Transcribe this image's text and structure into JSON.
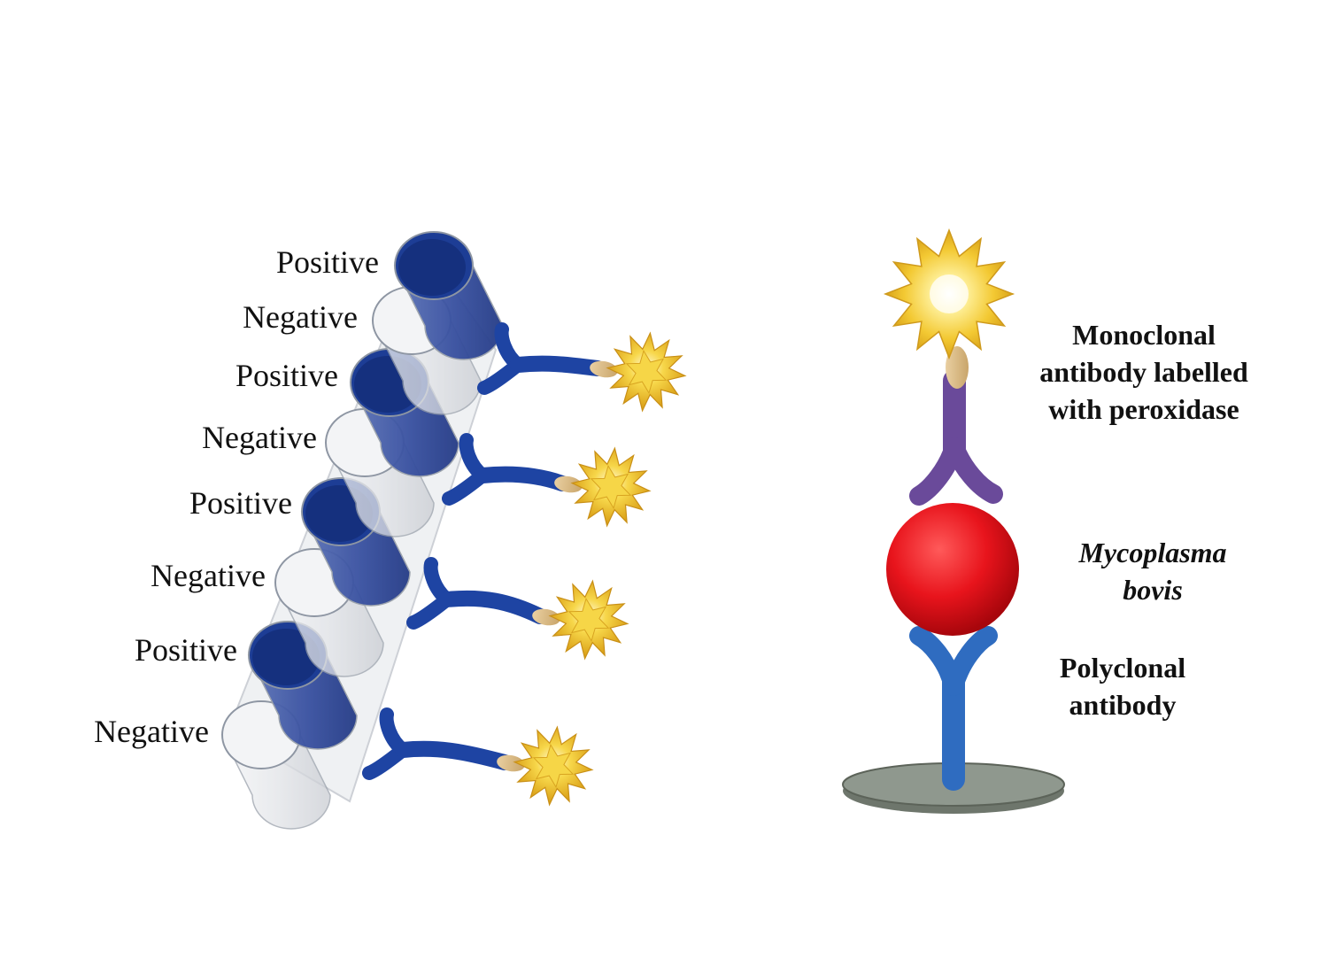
{
  "wells": [
    {
      "label": "Positive",
      "result": "positive"
    },
    {
      "label": "Negative",
      "result": "negative"
    },
    {
      "label": "Positive",
      "result": "positive"
    },
    {
      "label": "Negative",
      "result": "negative"
    },
    {
      "label": "Positive",
      "result": "positive"
    },
    {
      "label": "Negative",
      "result": "negative"
    },
    {
      "label": "Positive",
      "result": "positive"
    },
    {
      "label": "Negative",
      "result": "negative"
    }
  ],
  "assay": {
    "monoclonal_label": [
      "Monoclonal",
      "antibody labelled",
      "with peroxidase"
    ],
    "pathogen_label": [
      "Mycoplasma",
      "bovis"
    ],
    "polyclonal_label": [
      "Polyclonal",
      "antibody"
    ]
  },
  "colors": {
    "positive_fill": "#1d3d95",
    "antibody_blue": "#1e44a3",
    "monoclonal_purple": "#6a4a9a",
    "pathogen_red": "#e8141c",
    "plate_grey": "#8f988e",
    "peroxidase_gold": "#f2c531"
  },
  "icons": [
    "well-icon",
    "antibody-icon",
    "peroxidase-star-icon",
    "bacterium-icon",
    "plate-icon"
  ]
}
